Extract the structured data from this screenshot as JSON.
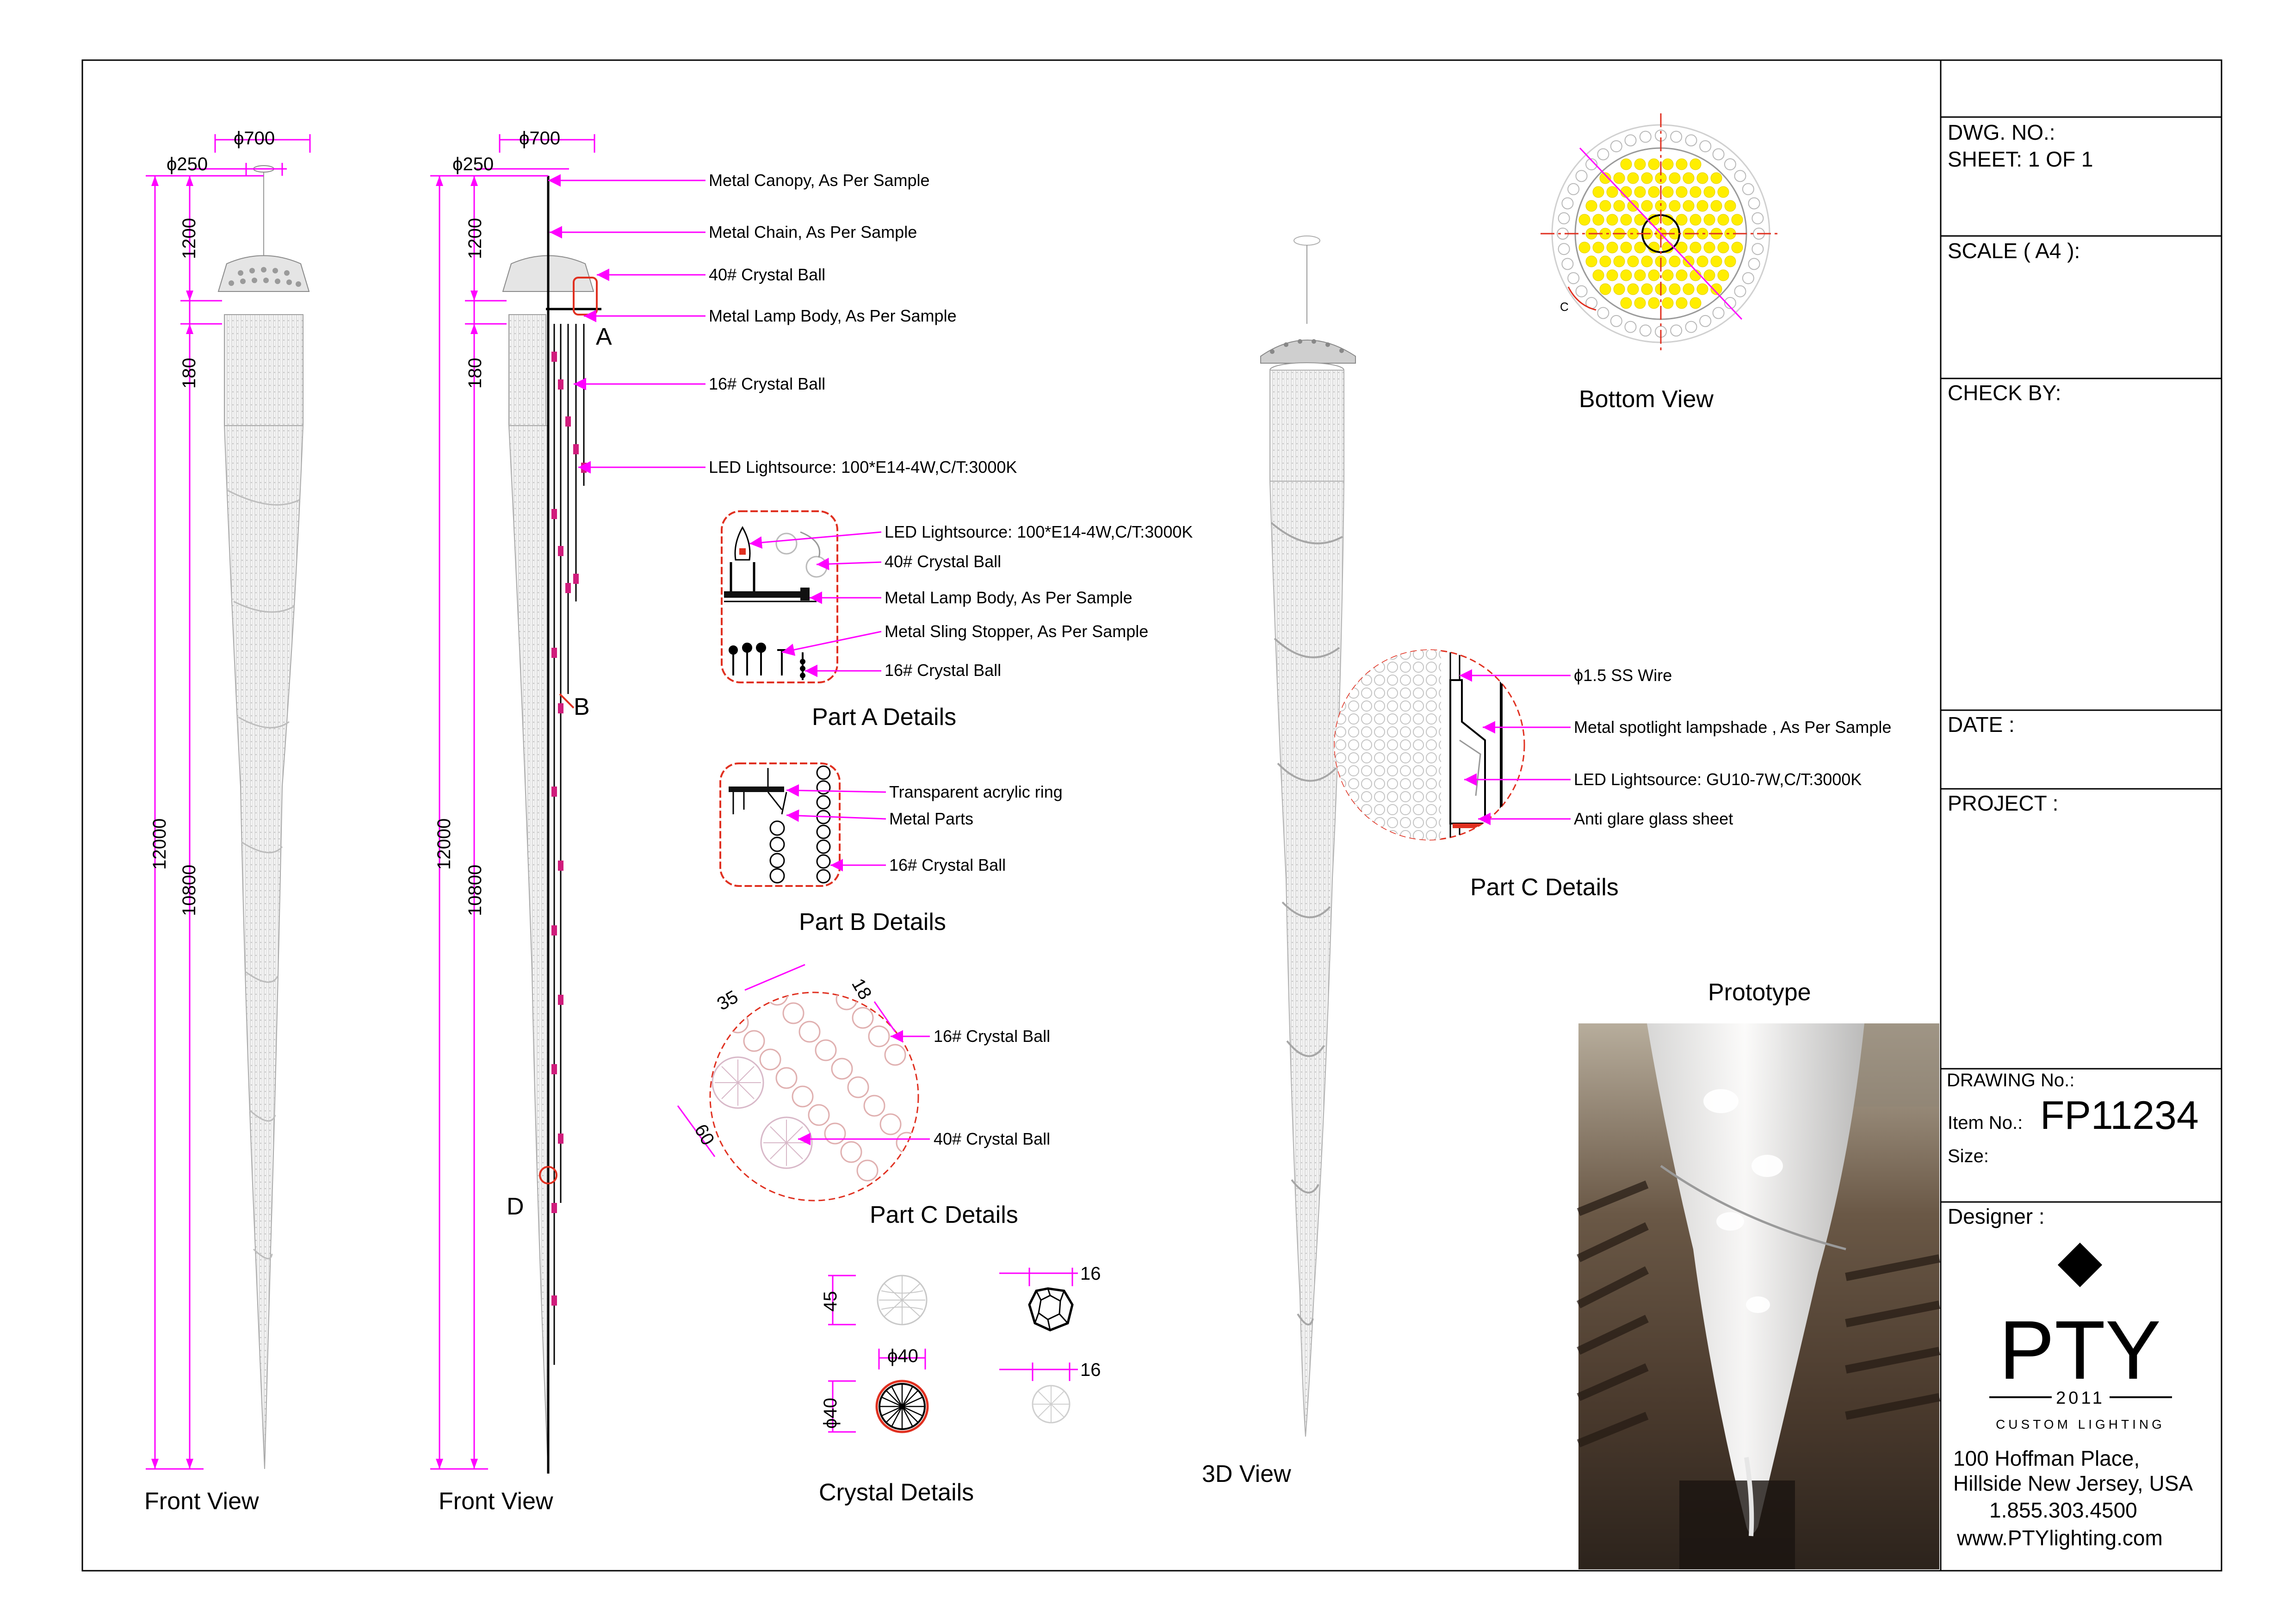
{
  "views": {
    "front_view_1": "Front View",
    "front_view_2": "Front View",
    "view_3d": "3D View",
    "bottom_view": "Bottom View",
    "part_a_details": "Part A Details",
    "part_b_details": "Part B Details",
    "part_c_details_1": "Part C Details",
    "part_c_details_2": "Part C Details",
    "crystal_details": "Crystal Details",
    "prototype": "Prototype"
  },
  "dimensions": {
    "dia_700": "ϕ700",
    "dia_250": "ϕ250",
    "h_1200": "1200",
    "h_180": "180",
    "h_12000": "12000",
    "h_10800": "10800",
    "d_35": "35",
    "d_18": "18",
    "d_60": "60",
    "d_45": "45",
    "d_40a": "ϕ40",
    "d_40b": "ϕ40",
    "d_16a": "16",
    "d_16b": "16"
  },
  "markers": {
    "a": "A",
    "b": "B",
    "d": "D",
    "c": "C"
  },
  "callouts_main": [
    "Metal Canopy, As Per Sample",
    "Metal Chain, As Per Sample",
    "40# Crystal Ball",
    "Metal Lamp Body, As Per Sample",
    "16# Crystal Ball",
    "LED Lightsource: 100*E14-4W,C/T:3000K"
  ],
  "callouts_part_a": [
    "LED Lightsource: 100*E14-4W,C/T:3000K",
    "40# Crystal Ball",
    "Metal Lamp Body, As Per Sample",
    "Metal Sling Stopper, As Per Sample",
    "16# Crystal Ball"
  ],
  "callouts_part_b": [
    "Transparent acrylic ring",
    "Metal Parts",
    "16# Crystal Ball"
  ],
  "callouts_part_c1": [
    "16# Crystal Ball",
    "40# Crystal Ball"
  ],
  "callouts_part_c2": [
    "ϕ1.5 SS Wire",
    "Metal spotlight lampshade , As Per Sample",
    "LED Lightsource: GU10-7W,C/T:3000K",
    "Anti glare glass sheet"
  ],
  "title_block": {
    "dwg_no": "DWG. NO.:",
    "sheet": "SHEET: 1 OF 1",
    "scale": "SCALE ( A4 ):",
    "check_by": "CHECK BY:",
    "date": "DATE :",
    "project": "PROJECT :",
    "drawing_no": "DRAWING No.:",
    "item_no_label": "Item No.:",
    "item_no": "FP11234",
    "size": "Size:",
    "designer": "Designer :"
  },
  "logo": {
    "brand": "PTY",
    "year": "2011",
    "tagline": "CUSTOM LIGHTING"
  },
  "address": {
    "line1": "100 Hoffman Place,",
    "line2": "Hillside New Jersey, USA",
    "phone": "1.855.303.4500",
    "web": "www.PTYlighting.com"
  },
  "colors": {
    "dimension": "#ff00ff",
    "detail_outline": "#e03020",
    "bulb": "#ffee00",
    "frame": "#000000"
  }
}
